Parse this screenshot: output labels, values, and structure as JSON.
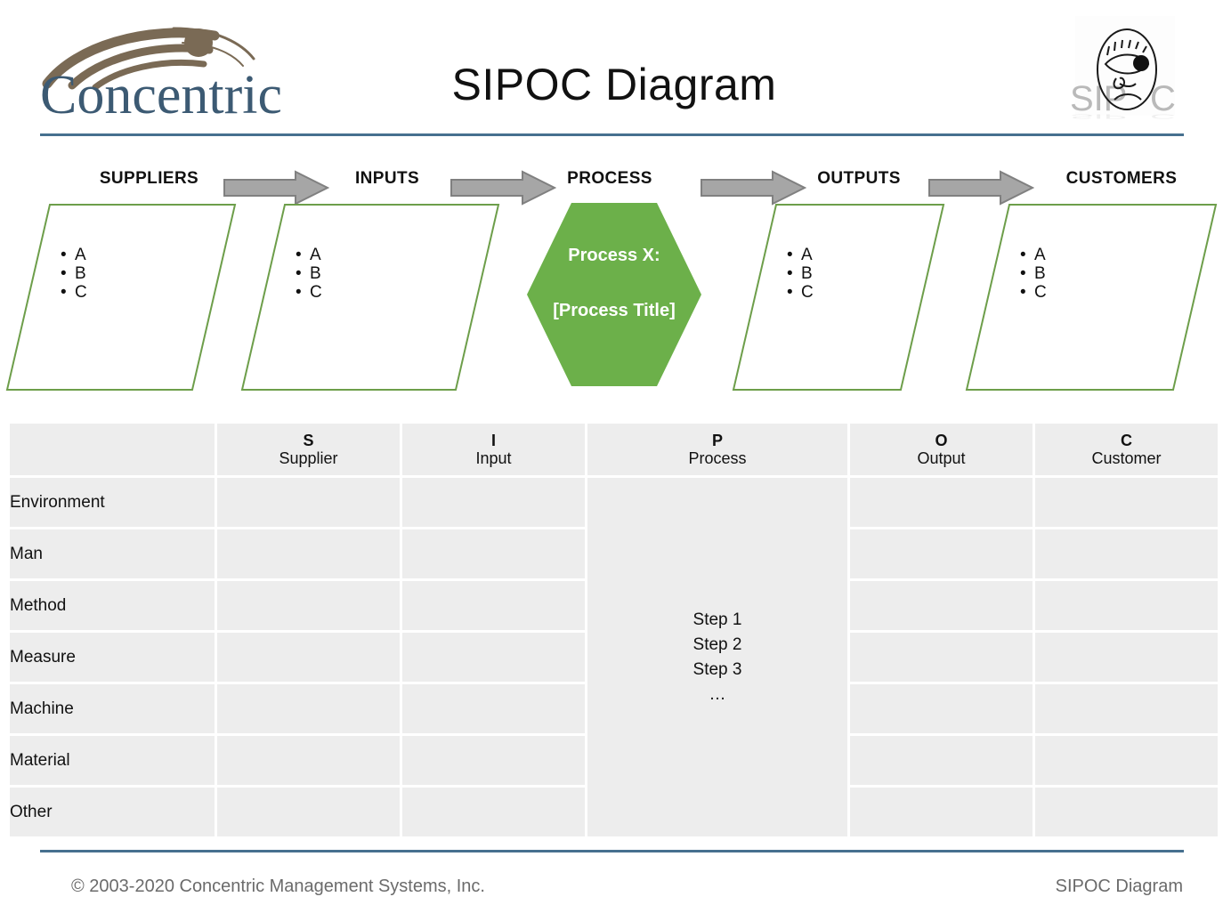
{
  "header": {
    "title": "SIPOC Diagram",
    "logo_left": {
      "wordmark": "Concentric",
      "icon_name": "concentric-arcs-logo"
    },
    "logo_right": {
      "text": "SIP  C",
      "icon_name": "sipoc-face-logo"
    },
    "rule_color": "#46708f"
  },
  "flow": {
    "stages": [
      {
        "label": "SUPPLIERS",
        "bullets": [
          "A",
          "B",
          "C"
        ]
      },
      {
        "label": "INPUTS",
        "bullets": [
          "A",
          "B",
          "C"
        ]
      },
      {
        "label": "PROCESS",
        "line1": "Process X:",
        "line2": "[Process Title]"
      },
      {
        "label": "OUTPUTS",
        "bullets": [
          "A",
          "B",
          "C"
        ]
      },
      {
        "label": "CUSTOMERS",
        "bullets": [
          "A",
          "B",
          "C"
        ]
      }
    ],
    "shape_stroke_color": "#6d9e4a",
    "process_fill_color": "#6cb04a",
    "arrow_fill_color": "#a6a6a6",
    "arrow_stroke_color": "#808080"
  },
  "table": {
    "corner_label": "",
    "columns": [
      {
        "letter": "S",
        "word": "Supplier"
      },
      {
        "letter": "I",
        "word": "Input"
      },
      {
        "letter": "P",
        "word": "Process"
      },
      {
        "letter": "O",
        "word": "Output"
      },
      {
        "letter": "C",
        "word": "Customer"
      }
    ],
    "rows": [
      {
        "label": "Environment"
      },
      {
        "label": "Man"
      },
      {
        "label": "Method"
      },
      {
        "label": "Measure"
      },
      {
        "label": "Machine"
      },
      {
        "label": "Material"
      },
      {
        "label": "Other"
      }
    ],
    "process_steps": [
      "Step 1",
      "Step 2",
      "Step 3",
      "…"
    ],
    "cell_color": "#ededed"
  },
  "footer": {
    "copyright": "© 2003-2020 Concentric Management Systems, Inc.",
    "doc_name": "SIPOC Diagram"
  }
}
